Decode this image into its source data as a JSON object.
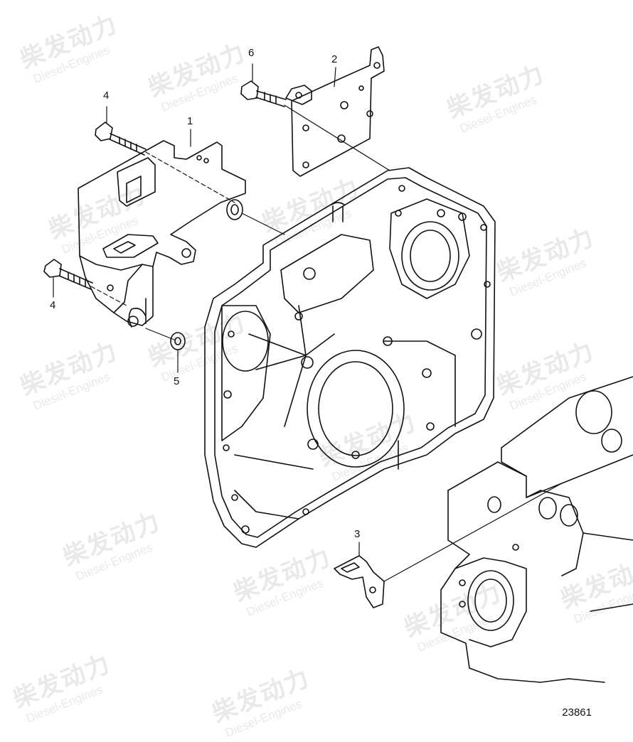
{
  "watermark": {
    "cn": "柴发动力",
    "en": "Diesel-Engines"
  },
  "callouts": {
    "c1": "1",
    "c2": "2",
    "c3": "3",
    "c4a": "4",
    "c4b": "4",
    "c5": "5",
    "c6": "6"
  },
  "drawing_number": "23861",
  "colors": {
    "line": "#111111",
    "watermark": "#e9e9e9"
  }
}
